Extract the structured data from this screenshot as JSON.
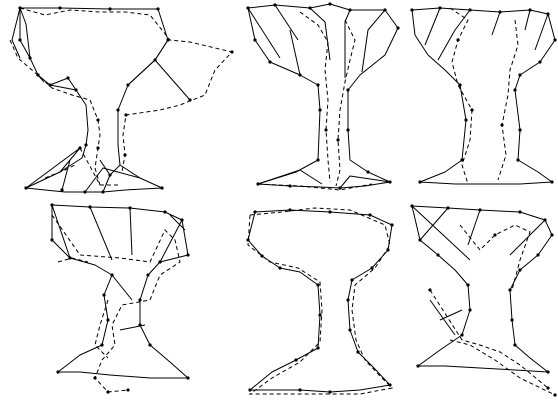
{
  "figure": {
    "panels": [
      {
        "id": "top-left"
      },
      {
        "id": "top-middle"
      },
      {
        "id": "top-right"
      },
      {
        "id": "bottom-left"
      },
      {
        "id": "bottom-middle"
      },
      {
        "id": "bottom-right"
      }
    ],
    "colors": {
      "background": "#ffffff",
      "ink": "#000000"
    },
    "line_styles": [
      "solid",
      "dashed"
    ]
  }
}
